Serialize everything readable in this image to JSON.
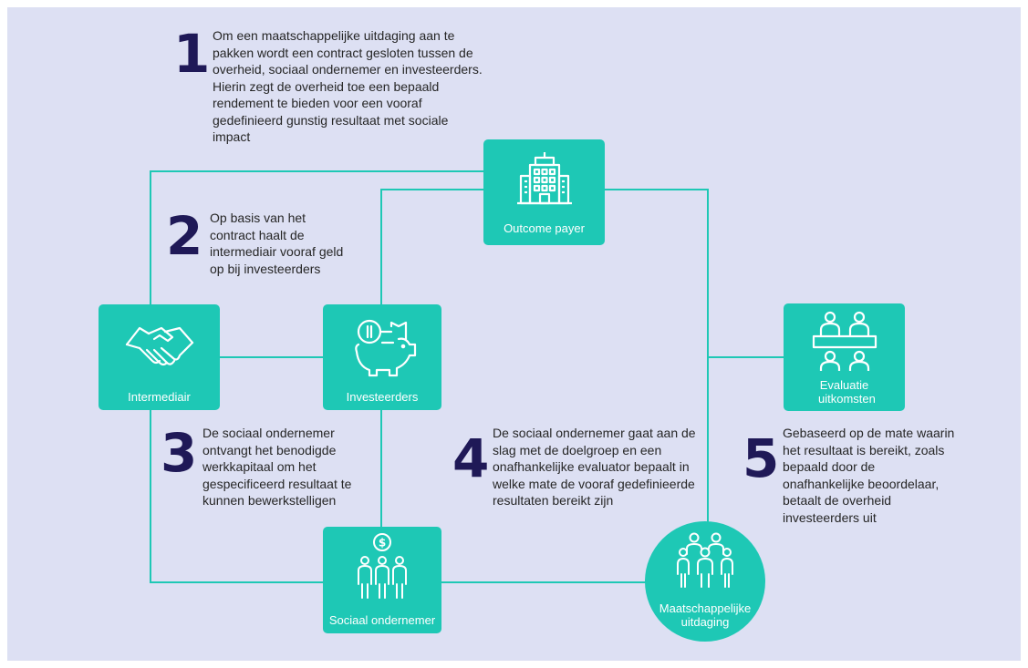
{
  "colors": {
    "background": "#dde0f3",
    "teal": "#1ec8b5",
    "navy": "#1f1957",
    "text": "#262626"
  },
  "nodes": {
    "outcome_payer": {
      "label": "Outcome payer",
      "icon": "building-icon"
    },
    "intermediair": {
      "label": "Intermediair",
      "icon": "handshake-icon"
    },
    "investeerders": {
      "label": "Investeerders",
      "icon": "piggy-bank-icon"
    },
    "evaluatie": {
      "label": "Evaluatie uitkomsten",
      "icon": "meeting-table-icon"
    },
    "sociaal_ondernemer": {
      "label": "Sociaal ondernemer",
      "icon": "people-coin-icon"
    },
    "maatschappelijke_uitdaging": {
      "label": "Maatschappelijke uitdaging",
      "icon": "group-icon"
    }
  },
  "steps": [
    {
      "number": "1",
      "text": "Om een maatschappelijke uitdaging aan te pakken wordt een contract gesloten tussen de overheid, sociaal ondernemer en investeerders. Hierin zegt de overheid toe een bepaald rendement te bieden voor een vooraf gedefinieerd gunstig resultaat met sociale impact"
    },
    {
      "number": "2",
      "text": "Op basis van het contract haalt de intermediair vooraf geld op bij investeerders"
    },
    {
      "number": "3",
      "text": "De sociaal ondernemer ontvangt het benodigde werkkapitaal om het gespecificeerd resultaat te kunnen bewerkstelligen"
    },
    {
      "number": "4",
      "text": "De sociaal ondernemer gaat aan de slag met de doelgroep en een onafhankelijke evaluator bepaalt in welke mate de vooraf gedefinieerde resultaten bereikt zijn"
    },
    {
      "number": "5",
      "text": "Gebaseerd op de mate waarin het resultaat is bereikt, zoals bepaald door de onafhankelijke beoordelaar, betaalt de overheid investeerders uit"
    }
  ]
}
